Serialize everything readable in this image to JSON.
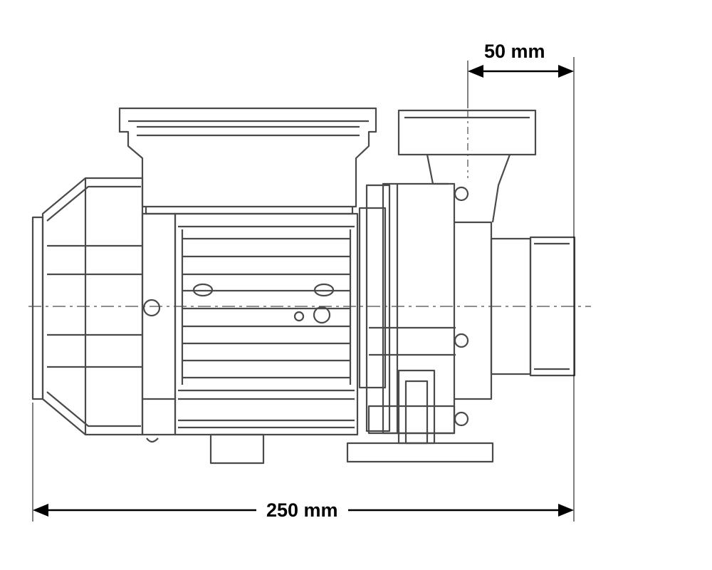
{
  "dimensions": {
    "overall_length": {
      "label": "250 mm",
      "value": 250,
      "unit": "mm"
    },
    "outlet_offset": {
      "label": "50 mm",
      "value": 50,
      "unit": "mm"
    }
  },
  "colors": {
    "background": "#ffffff",
    "linework": "#4a4a4a",
    "dimension": "#000000"
  }
}
